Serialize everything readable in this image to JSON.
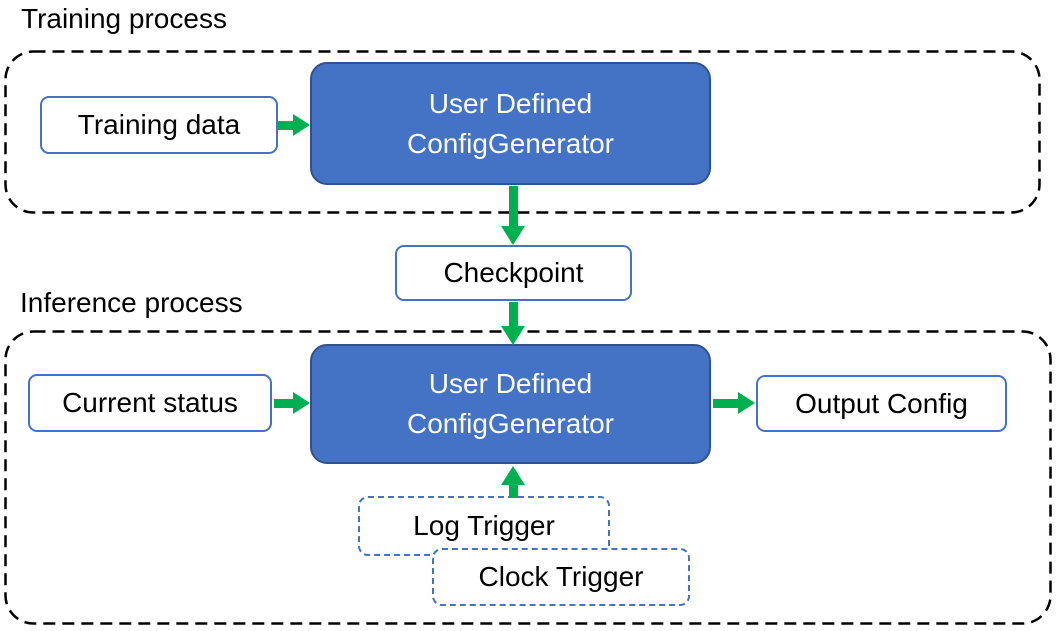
{
  "colors": {
    "generator_fill": "#4472C4",
    "generator_border": "#2F528F",
    "light_box_border": "#4472C4",
    "trigger_border": "#4472C4",
    "arrow_green": "#00B050",
    "container_dash": "#000000",
    "text_dark": "#000000",
    "text_light": "#ffffff"
  },
  "training": {
    "title": "Training process",
    "data_box": "Training data",
    "generator_line1": "User Defined",
    "generator_line2": "ConfigGenerator"
  },
  "checkpoint": {
    "label": "Checkpoint"
  },
  "inference": {
    "title": "Inference process",
    "status_box": "Current status",
    "generator_line1": "User Defined",
    "generator_line2": "ConfigGenerator",
    "output_box": "Output Config",
    "log_trigger": "Log Trigger",
    "clock_trigger": "Clock Trigger"
  }
}
